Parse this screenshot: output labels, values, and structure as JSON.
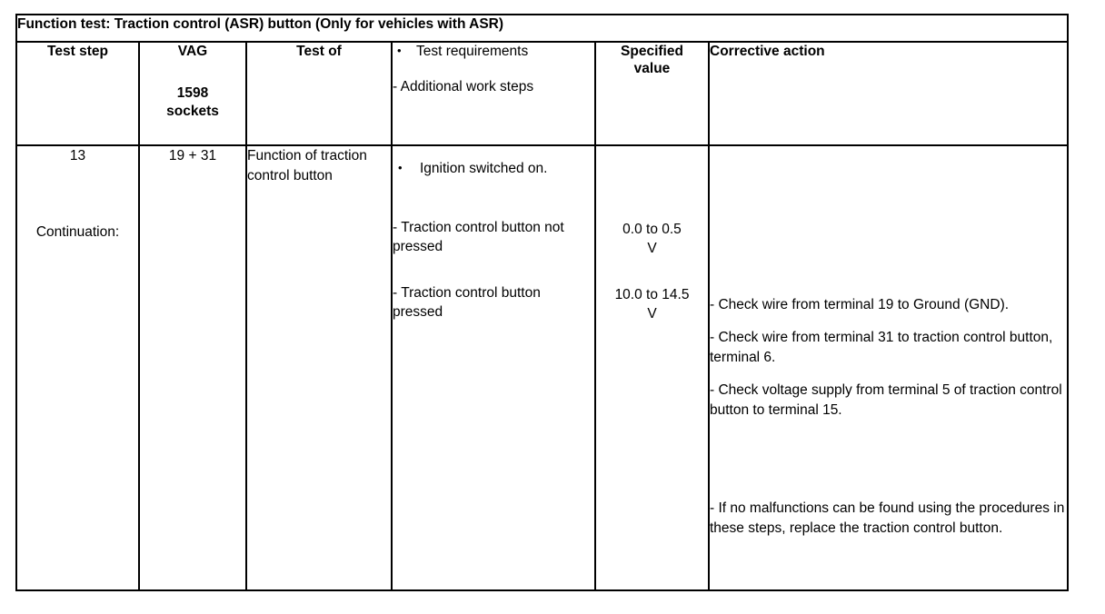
{
  "document": {
    "title": "Function test: Traction control (ASR) button (Only for vehicles with ASR)"
  },
  "table": {
    "columns": [
      {
        "key": "test_step",
        "header": "Test step"
      },
      {
        "key": "vag_sockets",
        "header": "VAG",
        "subheader": "1598\nsockets",
        "subheader_line1": "1598",
        "subheader_line2": "sockets"
      },
      {
        "key": "test_of",
        "header": "Test of"
      },
      {
        "key": "requirements",
        "header_bullet": "Test requirements",
        "header_dash": "- Additional work steps",
        "bullet_glyph": "•"
      },
      {
        "key": "specified_value",
        "header_line1": "Specified",
        "header_line2": "value"
      },
      {
        "key": "corrective_action",
        "header": "Corrective action"
      }
    ],
    "rows": [
      {
        "test_step": "13",
        "test_step_note": "Continuation:",
        "vag_sockets": "19 + 31",
        "test_of": "Function of traction control button",
        "requirements": [
          {
            "type": "bullet",
            "text": "Ignition switched on."
          },
          {
            "type": "dash",
            "text": "- Traction control button not pressed"
          },
          {
            "type": "dash",
            "text": "- Traction control button pressed"
          }
        ],
        "specified_values": [
          {
            "value": "0.0 to 0.5",
            "unit": "V"
          },
          {
            "value": "10.0 to 14.5",
            "unit": "V"
          }
        ],
        "corrective_actions": [
          "- Check wire from terminal 19 to Ground (GND).",
          "- Check wire from terminal 31 to traction control button, terminal 6.",
          "- Check voltage supply from terminal 5 of traction control button to terminal 15.",
          "- If no malfunctions can be found using the procedures in these steps, replace the traction control button."
        ]
      }
    ]
  }
}
